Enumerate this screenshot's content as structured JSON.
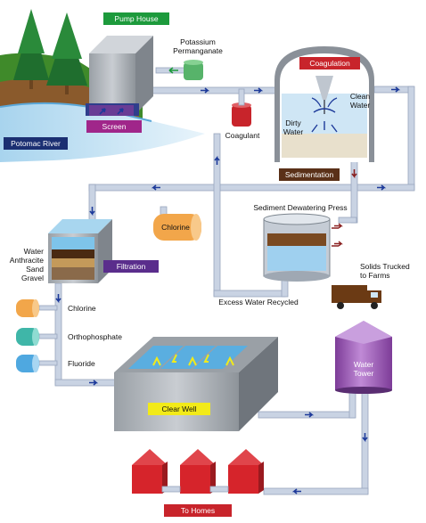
{
  "labels": {
    "pump_house": "Pump House",
    "potassium_line1": "Potassium",
    "potassium_line2": "Permanganate",
    "coagulation": "Coagulation",
    "clean_water_line1": "Clean",
    "clean_water_line2": "Water",
    "dirty_water_line1": "Dirty",
    "dirty_water_line2": "Water",
    "coagulant": "Coagulant",
    "screen": "Screen",
    "potomac_river": "Potomac River",
    "sedimentation": "Sedimentation",
    "sediment_press": "Sediment Dewatering Press",
    "chlorine_tank": "Chlorine",
    "filter_water": "Water",
    "filter_anthracite": "Anthracite",
    "filter_sand": "Sand",
    "filter_gravel": "Gravel",
    "filtration": "Filtration",
    "solids_line1": "Solids Trucked",
    "solids_line2": "to Farms",
    "excess_water": "Excess Water Recycled",
    "chlorine": "Chlorine",
    "orthophosphate": "Orthophosphate",
    "fluoride": "Fluoride",
    "water_tower_line1": "Water",
    "water_tower_line2": "Tower",
    "clear_well": "Clear Well",
    "to_homes": "To Homes"
  },
  "colors": {
    "green_tag": "#1d9a3c",
    "red_tag": "#c8242b",
    "navy_tag": "#1b2f72",
    "purple_tag": "#5a2d8c",
    "brown_tag": "#5a3018",
    "yellow_tag": "#f2ea19",
    "pipe": "#c9d3e3",
    "arrow": "#1d3a9a",
    "house": "#d6242b",
    "tower": "#9a4fb5"
  }
}
